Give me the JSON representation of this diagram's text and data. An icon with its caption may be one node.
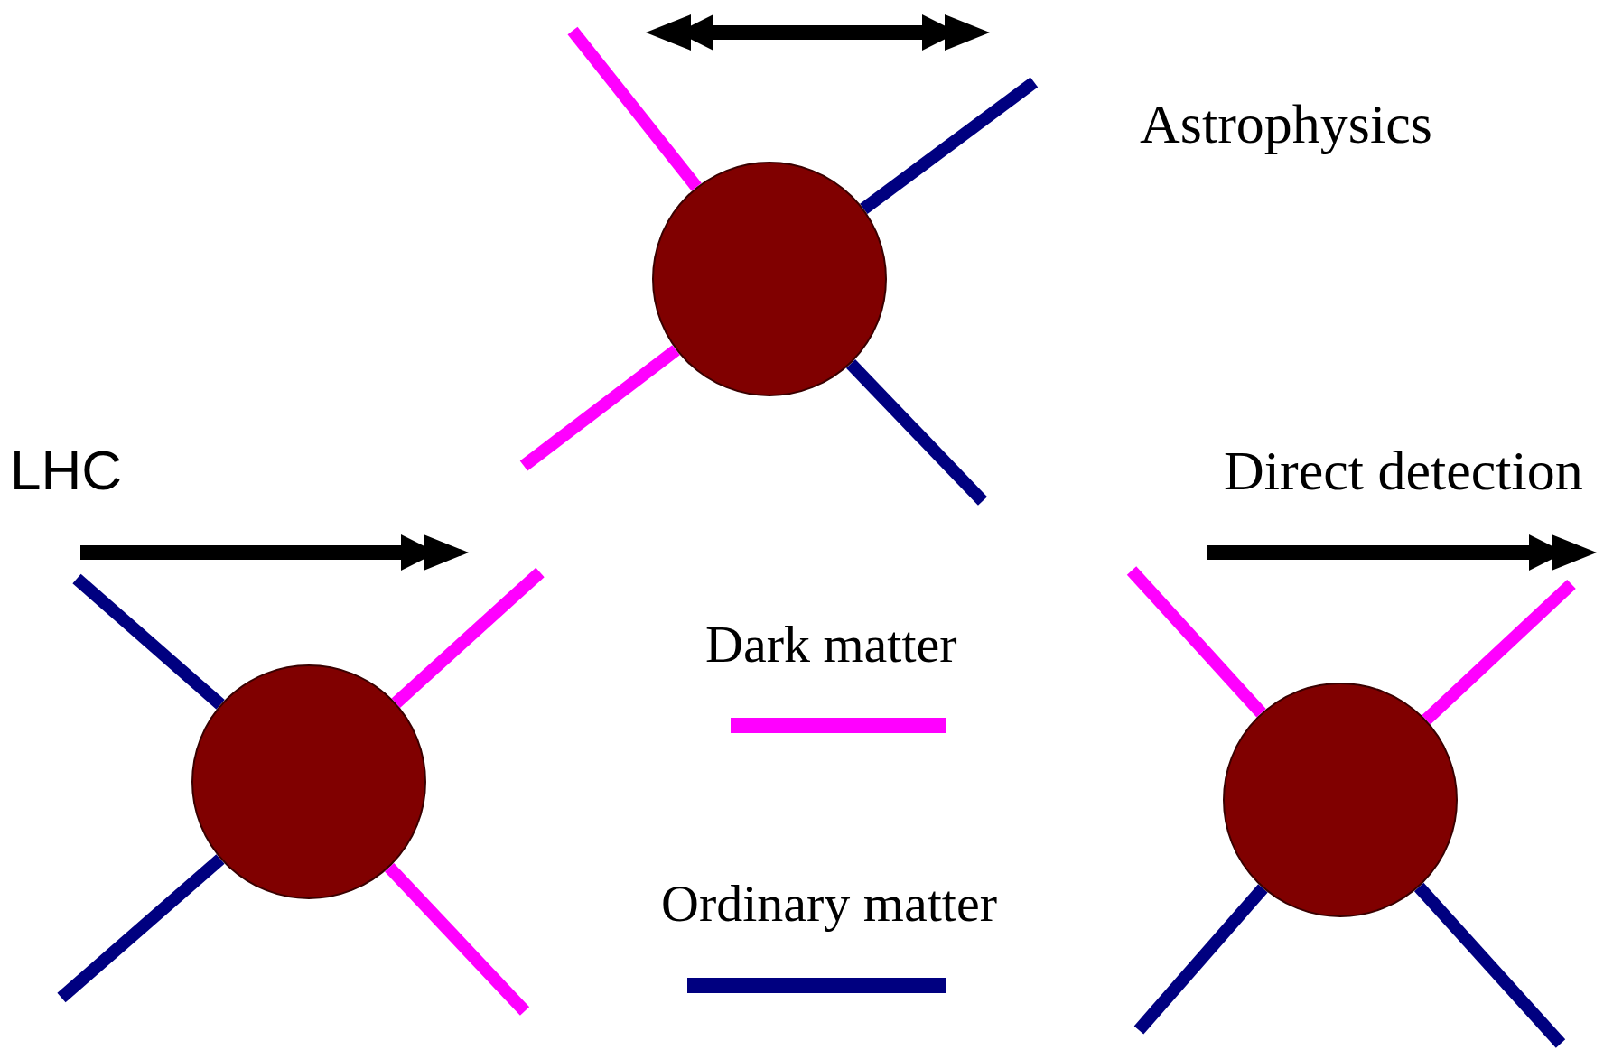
{
  "diagram": {
    "nodes": [
      {
        "text": [],
        "shape": "circle"
      },
      {
        "text": [],
        "shape": "circle"
      },
      {
        "text": [],
        "shape": "circle"
      }
    ],
    "labels": [
      "Astrophysics",
      "LHC",
      "Direct detection"
    ],
    "edges": [
      {
        "from": 0,
        "to": null,
        "arrow": "none",
        "color": "#ff00ff"
      },
      {
        "from": 0,
        "to": null,
        "arrow": "none",
        "color": "#000080"
      },
      {
        "from": 0,
        "to": null,
        "arrow": "none",
        "color": "#ff00ff"
      },
      {
        "from": 0,
        "to": null,
        "arrow": "none",
        "color": "#000080"
      },
      {
        "from": 1,
        "to": null,
        "arrow": "none",
        "color": "#000080"
      },
      {
        "from": 1,
        "to": null,
        "arrow": "none",
        "color": "#ff00ff"
      },
      {
        "from": 1,
        "to": null,
        "arrow": "none",
        "color": "#000080"
      },
      {
        "from": 1,
        "to": null,
        "arrow": "none",
        "color": "#ff00ff"
      },
      {
        "from": 2,
        "to": null,
        "arrow": "none",
        "color": "#ff00ff"
      },
      {
        "from": 2,
        "to": null,
        "arrow": "none",
        "color": "#ff00ff"
      },
      {
        "from": 2,
        "to": null,
        "arrow": "none",
        "color": "#000080"
      },
      {
        "from": 2,
        "to": null,
        "arrow": "none",
        "color": "#000080"
      }
    ],
    "legend": [
      {
        "text": "Dark matter",
        "color": "#ff00ff"
      },
      {
        "text": "Ordinary matter",
        "color": "#000080"
      }
    ]
  }
}
